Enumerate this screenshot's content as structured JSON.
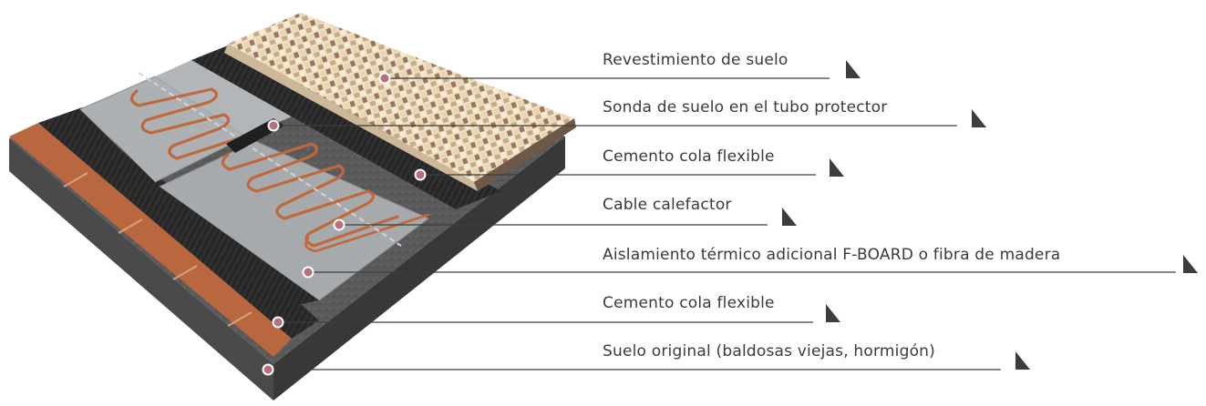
{
  "layers": [
    {
      "id": "revestimiento",
      "label": "Revestimiento de suelo"
    },
    {
      "id": "sonda",
      "label": "Sonda de suelo en el tubo protector"
    },
    {
      "id": "cemento1",
      "label": "Cemento cola flexible"
    },
    {
      "id": "cable",
      "label": "Cable calefactor"
    },
    {
      "id": "aislamiento",
      "label": "Aislamiento térmico adicional F-BOARD o fibra de madera"
    },
    {
      "id": "cemento2",
      "label": "Cemento cola flexible"
    },
    {
      "id": "suelo",
      "label": "Suelo original (baldosas viejas, hormigón)"
    }
  ],
  "colors": {
    "concrete": "#5e5e5e",
    "concrete_side": "#3f3f3f",
    "brick": "#b8673f",
    "adhesive": "#2e2e2e",
    "board": "#a9acaf",
    "cable": "#c0683a",
    "mosaic_light": "#f2e3c3",
    "mosaic_dark": "#8a6a55",
    "dot": "#b7707a",
    "line": "#3d3d3d"
  }
}
